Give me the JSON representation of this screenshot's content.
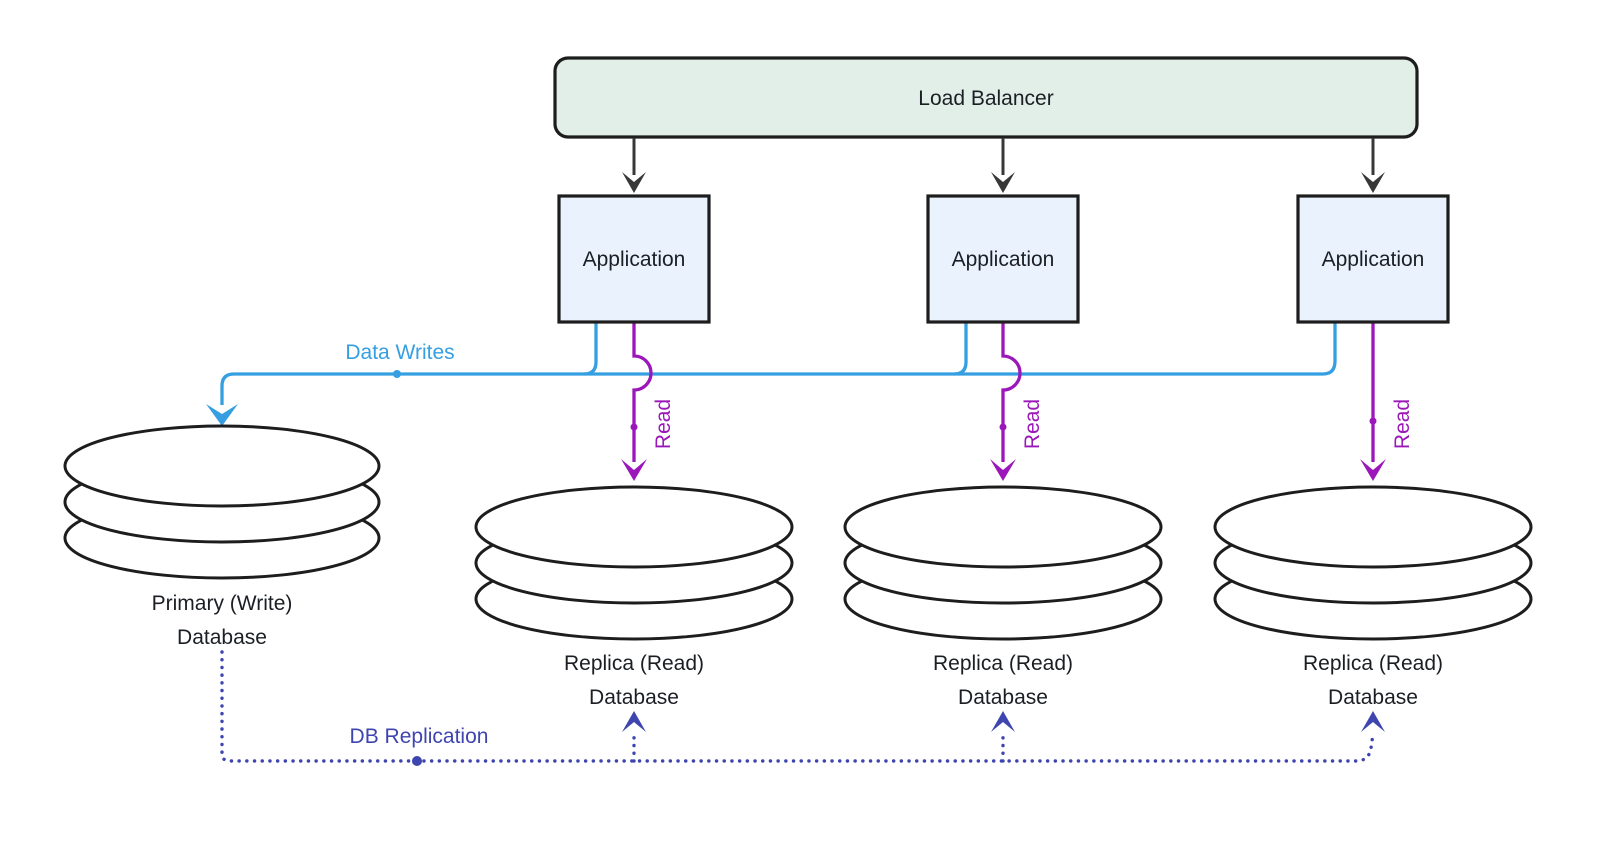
{
  "diagram": {
    "load_balancer": {
      "label": "Load Balancer"
    },
    "applications": [
      {
        "label": "Application"
      },
      {
        "label": "Application"
      },
      {
        "label": "Application"
      }
    ],
    "primary_db": {
      "label_line1": "Primary (Write)",
      "label_line2": "Database"
    },
    "replica_dbs": [
      {
        "label_line1": "Replica (Read)",
        "label_line2": "Database"
      },
      {
        "label_line1": "Replica (Read)",
        "label_line2": "Database"
      },
      {
        "label_line1": "Replica (Read)",
        "label_line2": "Database"
      }
    ],
    "edges": {
      "data_writes_label": "Data Writes",
      "read_labels": [
        "Read",
        "Read",
        "Read"
      ],
      "db_replication_label": "DB Replication"
    }
  },
  "colors": {
    "writes-blue": "#359fe2",
    "read-purple": "#9b17ba",
    "replication-indigo": "#3f45af",
    "node-stroke": "#1d1d1d",
    "arrow-dark": "#383838",
    "text-dark": "#1b1f24",
    "lb-fill": "#e2efe9",
    "app-fill": "#e9f2fd"
  }
}
